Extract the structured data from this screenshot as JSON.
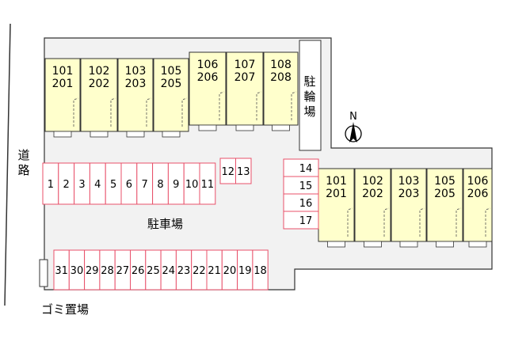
{
  "labels": {
    "road": [
      "道",
      "路"
    ],
    "parking_lot": "駐車場",
    "bicycle_parking": [
      "駐",
      "輪",
      "場"
    ],
    "garbage": "ゴミ置場",
    "north": "N"
  },
  "building_left_units": [
    {
      "top": "101",
      "bottom": "201"
    },
    {
      "top": "102",
      "bottom": "202"
    },
    {
      "top": "103",
      "bottom": "203"
    },
    {
      "top": "105",
      "bottom": "205"
    },
    {
      "top": "106",
      "bottom": "206"
    },
    {
      "top": "107",
      "bottom": "207"
    },
    {
      "top": "108",
      "bottom": "208"
    }
  ],
  "building_right_units": [
    {
      "top": "101",
      "bottom": "201"
    },
    {
      "top": "102",
      "bottom": "202"
    },
    {
      "top": "103",
      "bottom": "203"
    },
    {
      "top": "105",
      "bottom": "205"
    },
    {
      "top": "106",
      "bottom": "206"
    }
  ],
  "parking_row_a": [
    "1",
    "2",
    "3",
    "4",
    "5",
    "6",
    "7",
    "8",
    "9",
    "10",
    "11"
  ],
  "parking_row_b": [
    "12",
    "13"
  ],
  "parking_column": [
    "14",
    "15",
    "16",
    "17"
  ],
  "parking_row_c": [
    "31",
    "30",
    "29",
    "28",
    "27",
    "26",
    "25",
    "24",
    "23",
    "22",
    "21",
    "20",
    "19",
    "18"
  ],
  "colors": {
    "lot": "#f2f2f2",
    "building_fill": "#ffffcc",
    "parking_stroke": "#e8506a",
    "outline": "#333333"
  }
}
